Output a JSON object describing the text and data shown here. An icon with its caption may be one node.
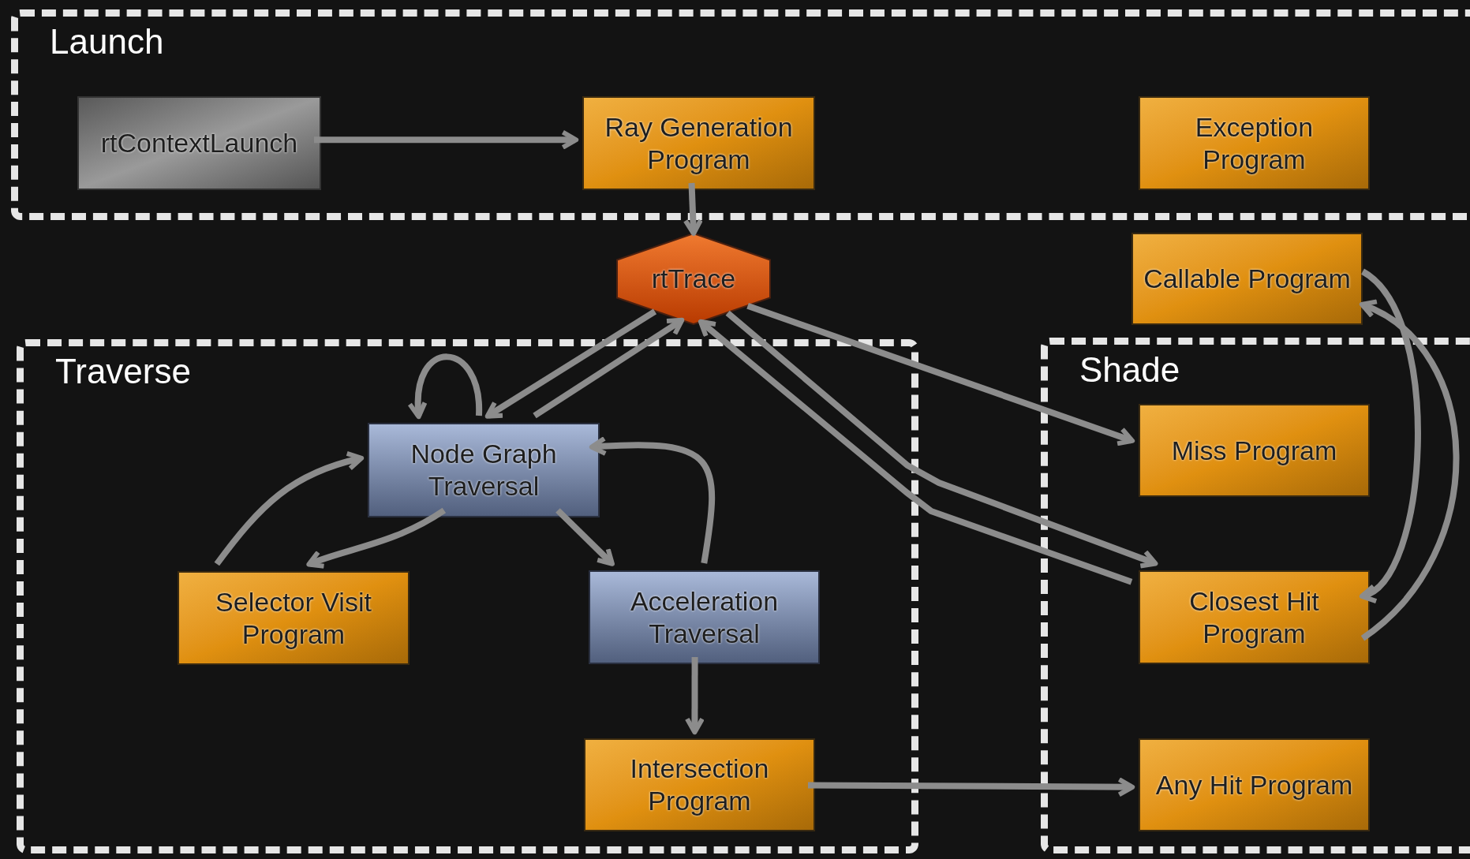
{
  "diagram": {
    "nodes": [
      {
        "text": [
          "Launch"
        ]
      },
      {
        "text": [
          "rtContextLaunch"
        ],
        "in": 0
      },
      {
        "text": [
          "Ray Generation Program"
        ],
        "in": 0
      },
      {
        "text": [
          "Exception Program"
        ],
        "in": 0
      },
      {
        "text": [
          "rtTrace"
        ]
      },
      {
        "text": [
          "Callable Program"
        ]
      },
      {
        "text": [
          "Traverse"
        ]
      },
      {
        "text": [
          "Node Graph Traversal"
        ],
        "in": 6
      },
      {
        "text": [
          "Selector Visit Program"
        ],
        "in": 6
      },
      {
        "text": [
          "Acceleration Traversal"
        ],
        "in": 6
      },
      {
        "text": [
          "Intersection Program"
        ],
        "in": 6
      },
      {
        "text": [
          "Shade"
        ]
      },
      {
        "text": [
          "Miss Program"
        ],
        "in": 11
      },
      {
        "text": [
          "Closest Hit Program"
        ],
        "in": 11
      },
      {
        "text": [
          "Any Hit Program"
        ],
        "in": 11
      }
    ],
    "edges": [
      {
        "from": 1,
        "to": 2,
        "arrow": "to"
      },
      {
        "from": 2,
        "to": 4,
        "arrow": "to"
      },
      {
        "from": 4,
        "to": 7,
        "arrow": "to"
      },
      {
        "from": 7,
        "to": 4,
        "arrow": "to"
      },
      {
        "from": 7,
        "to": 7,
        "arrow": "to"
      },
      {
        "from": 7,
        "to": 8,
        "arrow": "to"
      },
      {
        "from": 8,
        "to": 7,
        "arrow": "to"
      },
      {
        "from": 7,
        "to": 9,
        "arrow": "to"
      },
      {
        "from": 9,
        "to": 7,
        "arrow": "to"
      },
      {
        "from": 9,
        "to": 10,
        "arrow": "to"
      },
      {
        "from": 10,
        "to": 14,
        "arrow": "to"
      },
      {
        "from": 4,
        "to": 12,
        "arrow": "to"
      },
      {
        "from": 4,
        "to": 13,
        "arrow": "to"
      },
      {
        "from": 13,
        "to": 4,
        "arrow": "to"
      },
      {
        "from": 5,
        "to": 13,
        "arrow": "to"
      },
      {
        "from": 13,
        "to": 5,
        "arrow": "to"
      }
    ]
  }
}
